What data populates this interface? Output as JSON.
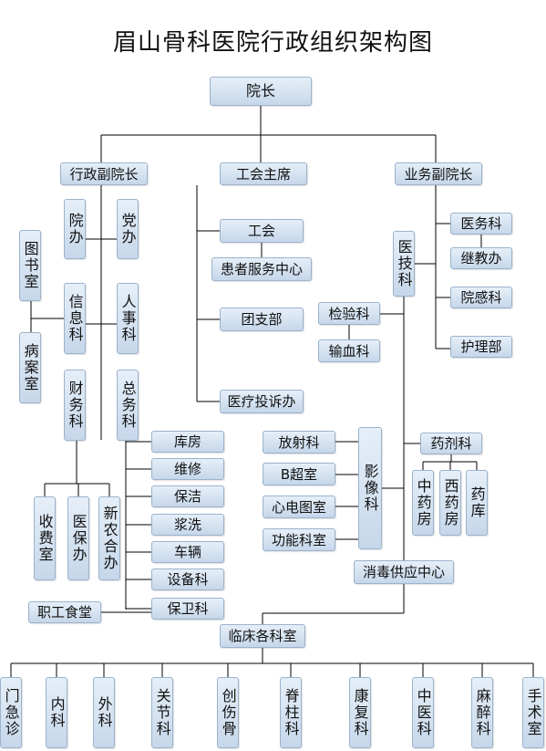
{
  "title": "眉山骨科医院行政组织架构图",
  "colors": {
    "box_fill_top": "#e6eff8",
    "box_fill_bottom": "#c6d7ea",
    "box_border": "#9bb3cc",
    "line": "#000000"
  },
  "nodes": {
    "president": "院长",
    "admin_vp": "行政副院长",
    "union_chair": "工会主席",
    "business_vp": "业务副院长",
    "hospital_office": "院办",
    "party_office": "党办",
    "library": "图书室",
    "records_room": "病案室",
    "info_dept": "信息科",
    "hr_dept": "人事科",
    "finance_dept": "财务科",
    "general_affairs": "总务科",
    "cashier_room": "收费室",
    "medical_insurance": "医保办",
    "rural_coop": "新农合办",
    "staff_canteen": "职工食堂",
    "warehouse": "库房",
    "maintenance": "维修",
    "cleaning": "保洁",
    "laundry": "浆洗",
    "vehicles": "车辆",
    "equipment": "设备科",
    "security": "保卫科",
    "union": "工会",
    "patient_service": "患者服务中心",
    "youth_league": "团支部",
    "complaints": "医疗投诉办",
    "medical_tech": "医技科",
    "lab": "检验科",
    "transfusion": "输血科",
    "medical_affairs": "医务科",
    "continuing_edu": "继教办",
    "infection_control": "院感科",
    "nursing": "护理部",
    "radiology": "放射科",
    "ultrasound": "B超室",
    "ecg": "心电图室",
    "function_room": "功能科室",
    "imaging": "影像科",
    "pharmacy": "药剂科",
    "tcm_pharmacy": "中药房",
    "western_pharmacy": "西药房",
    "drug_store": "药库",
    "sterile_supply": "消毒供应中心",
    "clinical_depts": "临床各科室"
  },
  "clinical": [
    "门急诊",
    "内科",
    "外科",
    "关节科",
    "创伤骨",
    "脊柱科",
    "康复科",
    "中医科",
    "麻醉科",
    "手术室"
  ]
}
